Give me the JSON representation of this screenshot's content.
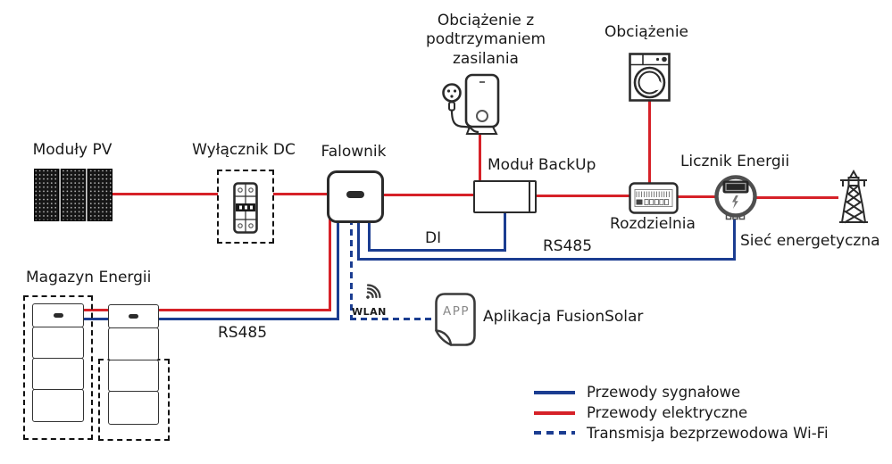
{
  "labels": {
    "pv_modules": "Moduły PV",
    "dc_switch": "Wyłącznik DC",
    "inverter": "Falownik",
    "backed_load": "Obciążenie z podtrzymaniem zasilania",
    "load": "Obciążenie",
    "backup_module": "Moduł BackUp",
    "distribution_board": "Rozdzielnia",
    "energy_meter": "Licznik Energii",
    "grid": "Sieć energetyczna",
    "energy_storage": "Magazyn Energii",
    "rs485_storage": "RS485",
    "rs485_meter": "RS485",
    "di": "DI",
    "wlan": "WLAN",
    "app_badge": "APP",
    "app": "Aplikacja FusionSolar"
  },
  "legend": {
    "items": [
      {
        "label": "Przewody sygnałowe",
        "style": "solid",
        "color": "#1b3d91"
      },
      {
        "label": "Przewody elektryczne",
        "style": "solid",
        "color": "#d62128"
      },
      {
        "label": "Transmisja bezprzewodowa Wi-Fi",
        "style": "dashed",
        "color": "#1b3d91"
      }
    ]
  },
  "colors": {
    "signal_blue": "#1b3d91",
    "power_red": "#d62128",
    "outline": "#2b2b2b"
  }
}
